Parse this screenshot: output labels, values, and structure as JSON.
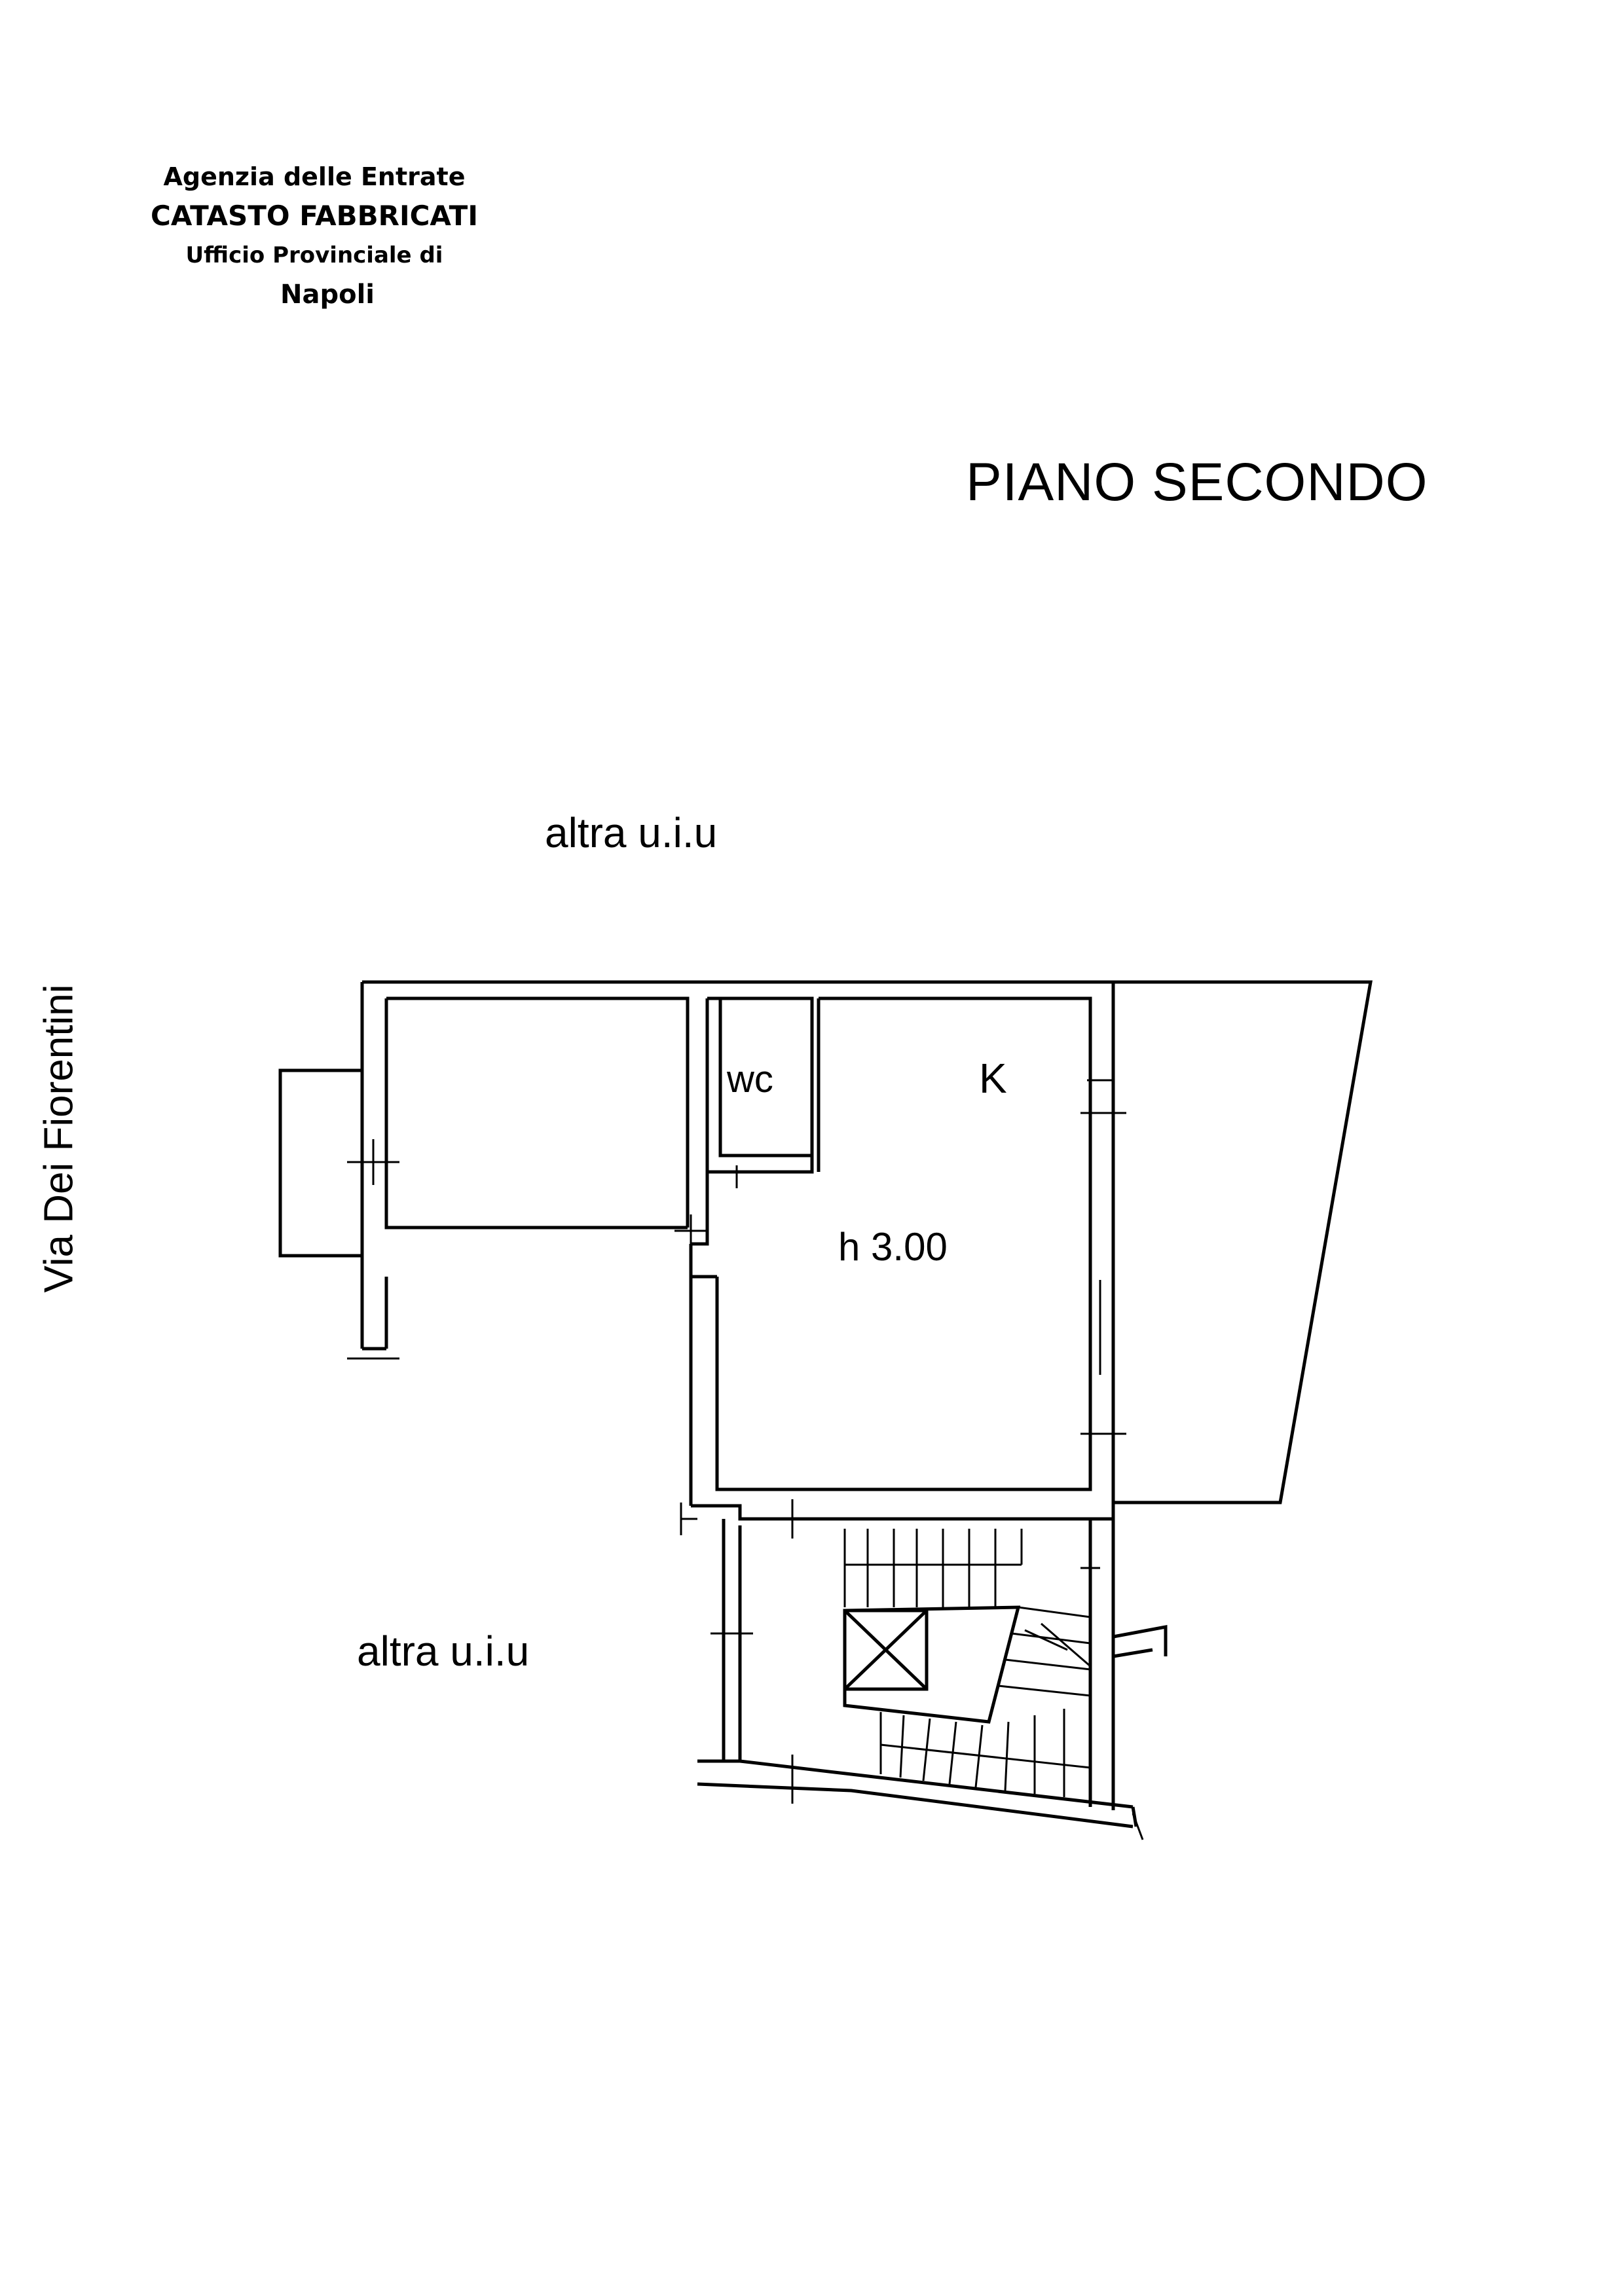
{
  "header": {
    "agency": "Agenzia delle Entrate",
    "registry": "CATASTO FABBRICATI",
    "office": "Ufficio Provinciale di",
    "city": "Napoli"
  },
  "floor_title": "PIANO SECONDO",
  "labels": {
    "neighbor_top": "altra u.i.u",
    "neighbor_bottom": "altra u.i.u",
    "street": "Via Dei Fiorentini",
    "wc": "wc",
    "kitchen": "K",
    "height": "h 3.00"
  }
}
